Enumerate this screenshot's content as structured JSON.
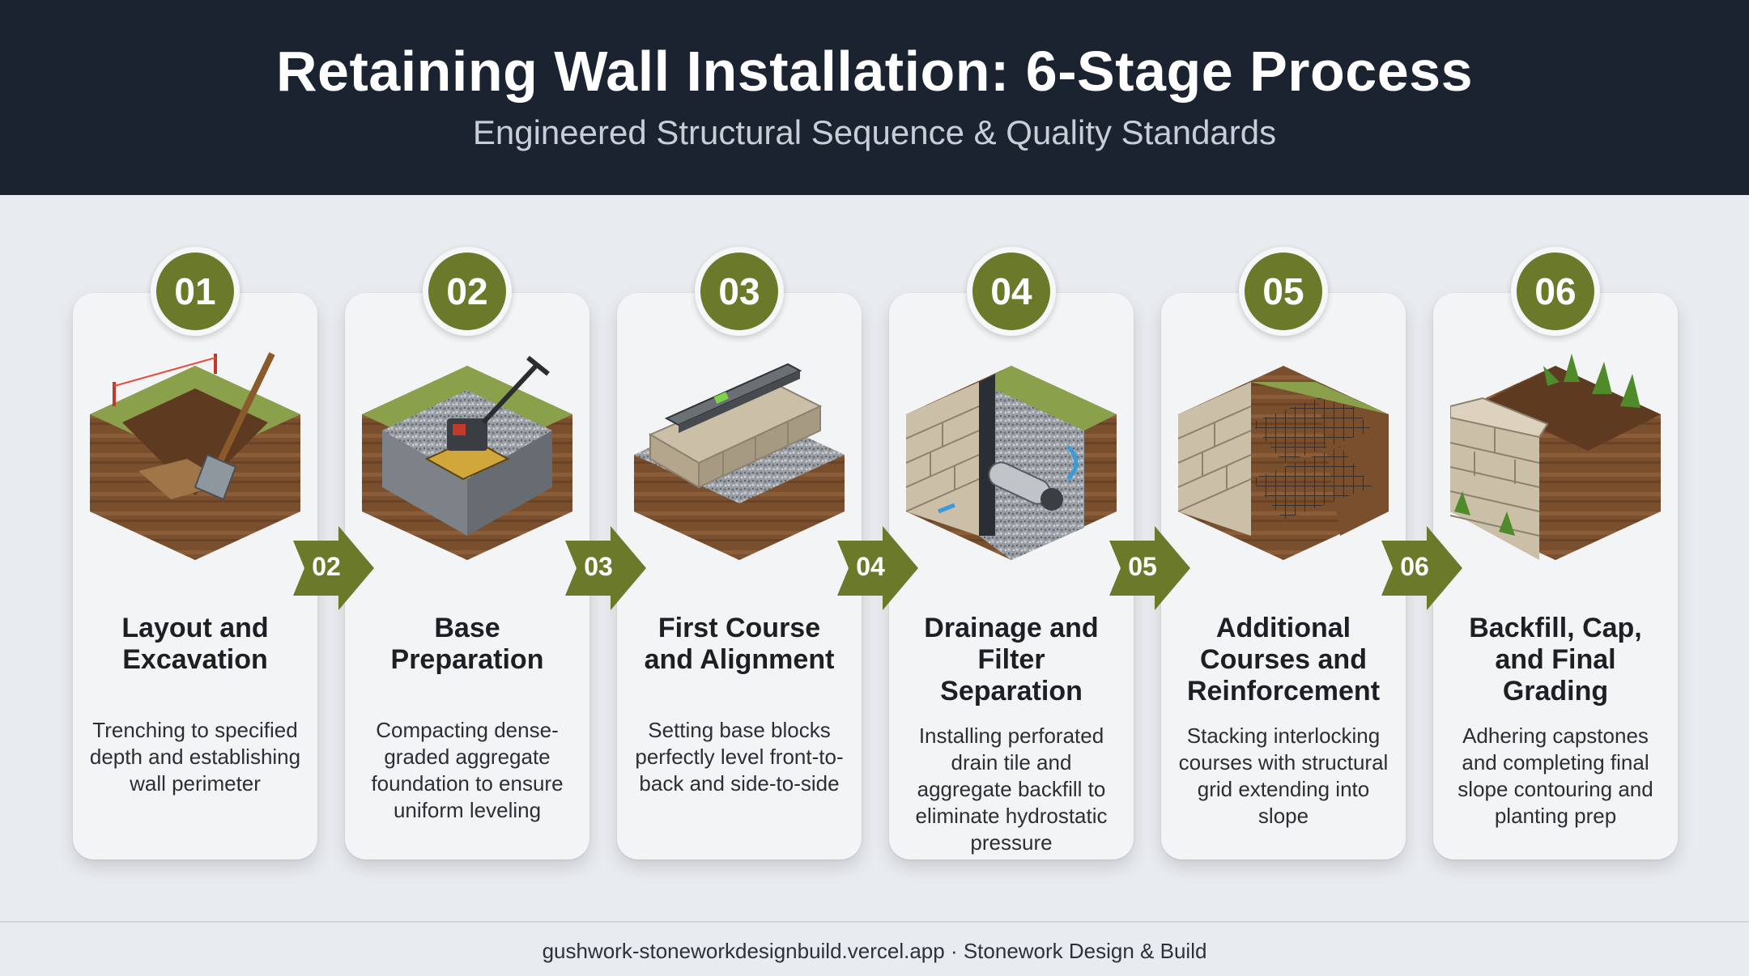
{
  "header": {
    "title": "Retaining Wall Installation: 6-Stage Process",
    "subtitle": "Engineered Structural Sequence & Quality Standards"
  },
  "stages": [
    {
      "number": "01",
      "title_lines": [
        "Layout and",
        "Excavation"
      ],
      "description": "Trenching to specified depth and establishing wall perimeter",
      "illustration": "excavation-shovel-icon"
    },
    {
      "number": "02",
      "title_lines": [
        "Base",
        "Preparation"
      ],
      "description": "Compacting dense-graded aggregate foundation to ensure uniform leveling",
      "illustration": "plate-compactor-icon"
    },
    {
      "number": "03",
      "title_lines": [
        "First Course",
        "and Alignment"
      ],
      "description": "Setting base blocks perfectly level front-to-back and side-to-side",
      "illustration": "level-on-blocks-icon"
    },
    {
      "number": "04",
      "title_lines": [
        "Drainage and",
        "Filter",
        "Separation"
      ],
      "description": "Installing perforated drain tile and aggregate backfill to eliminate hydrostatic pressure",
      "illustration": "drain-pipe-icon"
    },
    {
      "number": "05",
      "title_lines": [
        "Additional",
        "Courses and",
        "Reinforcement"
      ],
      "description": "Stacking interlocking courses with structural grid extending into slope",
      "illustration": "geogrid-wall-icon"
    },
    {
      "number": "06",
      "title_lines": [
        "Backfill, Cap,",
        "and Final",
        "Grading"
      ],
      "description": "Adhering capstones and completing final slope contouring and planting prep",
      "illustration": "finished-wall-plants-icon"
    }
  ],
  "arrows": [
    "02",
    "03",
    "04",
    "05",
    "06"
  ],
  "footer": {
    "text": "gushwork-stoneworkdesignbuild.vercel.app · Stonework Design & Build"
  },
  "colors": {
    "header_bg": "#1b2330",
    "accent_green": "#6a7a2a",
    "page_bg": "#e8ebef",
    "card_bg": "#f3f4f6"
  }
}
